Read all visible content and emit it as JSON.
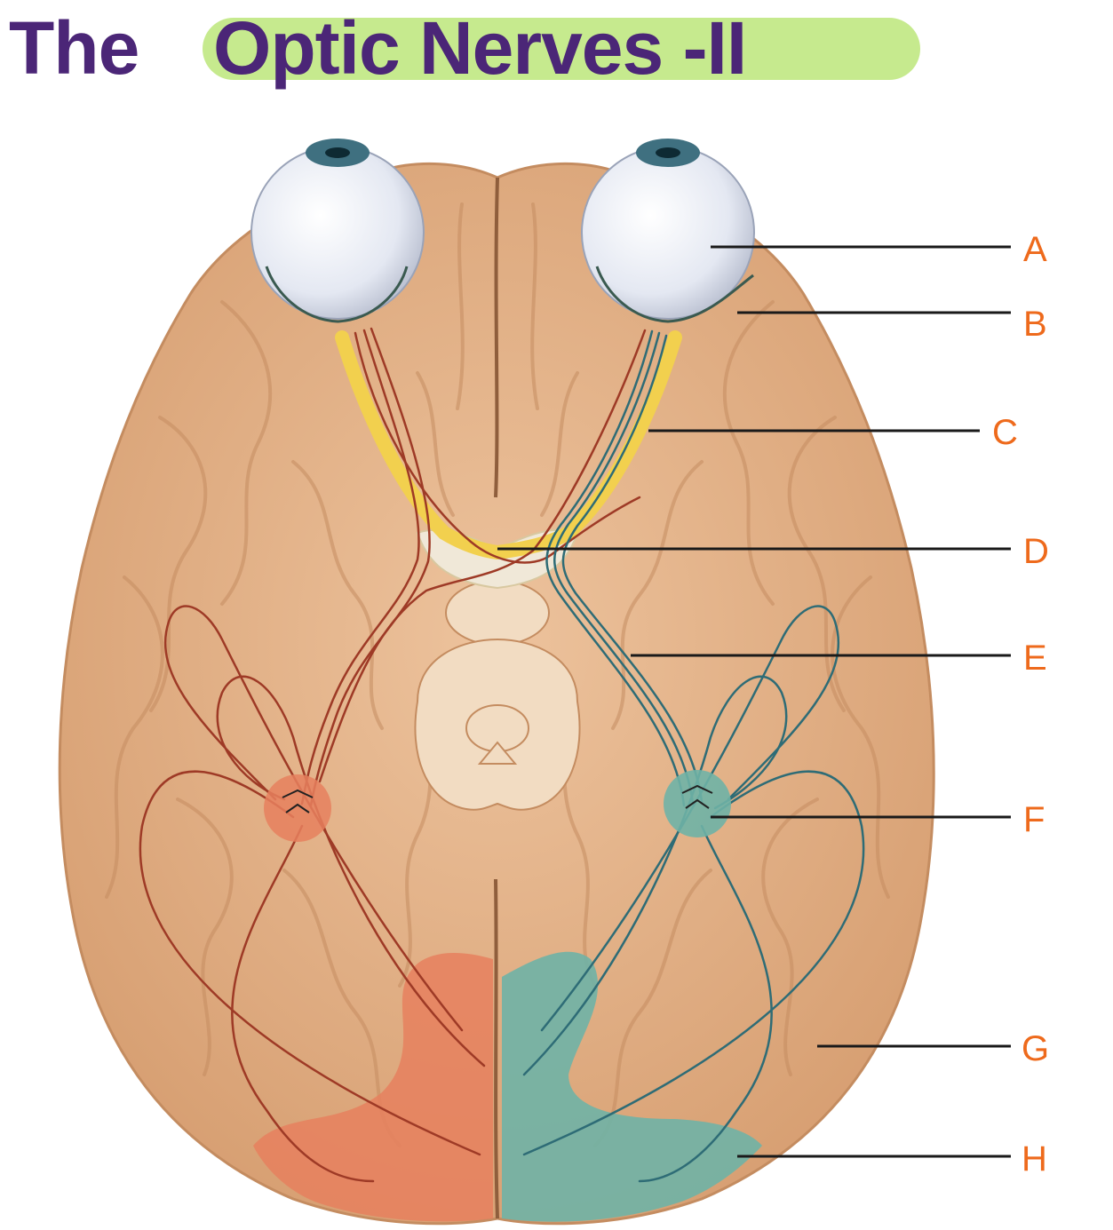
{
  "title": {
    "prefix": "The",
    "main": "Optic Nerves -II",
    "prefix_color": "#4b2677",
    "main_color": "#4b2677",
    "highlight_color": "#c6ea8e"
  },
  "labels": [
    {
      "letter": "A"
    },
    {
      "letter": "B"
    },
    {
      "letter": "C"
    },
    {
      "letter": "D"
    },
    {
      "letter": "E"
    },
    {
      "letter": "F"
    },
    {
      "letter": "G"
    },
    {
      "letter": "H"
    }
  ],
  "colors": {
    "label_text": "#ee6a1c",
    "leader_line": "#1a1a1a",
    "brain": "#e3b48c",
    "brain_shadow": "#c48c60",
    "brain_highlight": "#f4d3b4",
    "eyeball": "#e9ecf4",
    "iris": "#3f7080",
    "nerve_yellow": "#f2d04e",
    "nerve_red": "#9e3a26",
    "nerve_teal": "#2e6c76",
    "region_red": "#e6805e",
    "region_teal": "#6fb3a6",
    "brainstem": "#f2dcc2"
  }
}
